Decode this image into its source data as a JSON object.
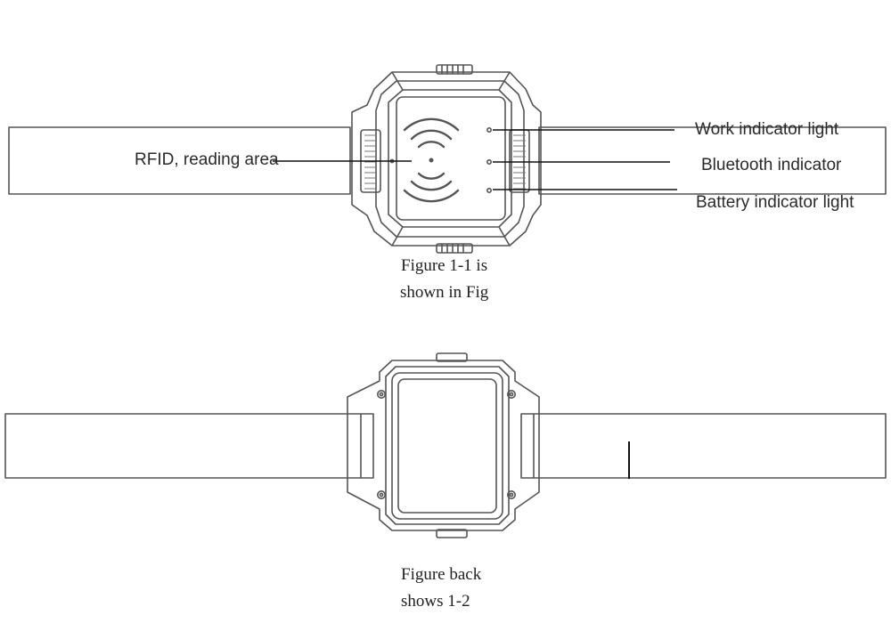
{
  "figure_front": {
    "labels": {
      "rfid": "RFID, reading area",
      "work": "Work indicator light",
      "bluetooth": "Bluetooth indicator",
      "battery": "Battery indicator light"
    },
    "caption_line1": "Figure 1-1 is",
    "caption_line2": "shown in Fig"
  },
  "figure_back": {
    "caption_line1": "Figure back",
    "caption_line2": "shows 1-2"
  },
  "colors": {
    "stroke": "#555555",
    "leader": "#111111",
    "text": "#2a2a2a"
  }
}
